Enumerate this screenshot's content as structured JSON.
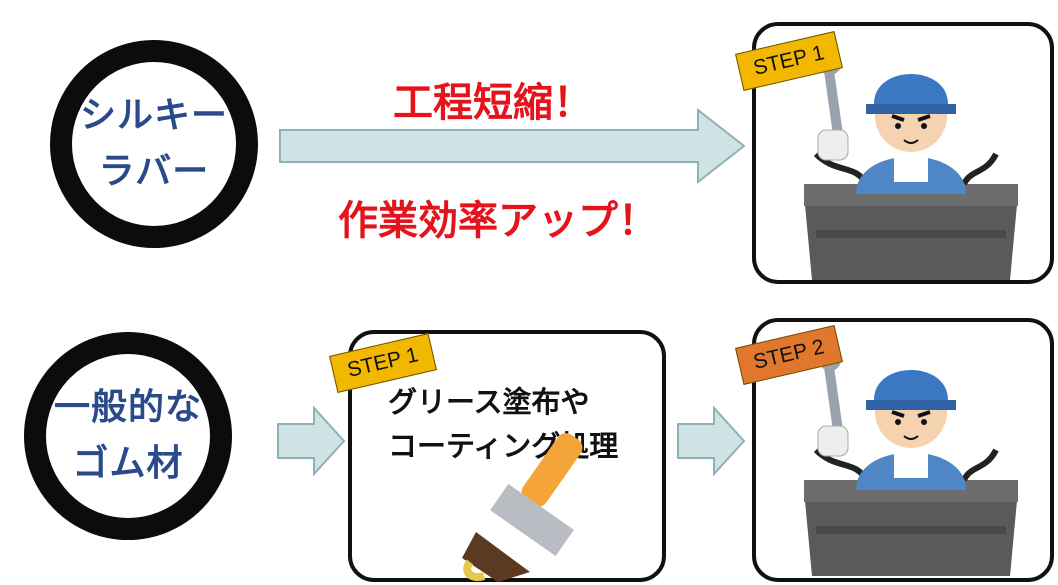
{
  "diagram": {
    "top_row": {
      "circle_label": [
        "シルキー",
        "ラバー"
      ],
      "benefit_1": "工程短縮！",
      "benefit_2": "作業効率アップ！",
      "step_tag": "STEP 1"
    },
    "bottom_row": {
      "circle_label": [
        "一般的な",
        "ゴム材"
      ],
      "step1_tag": "STEP 1",
      "step1_text": [
        "グリース塗布や",
        "コーティング処理"
      ],
      "step2_tag": "STEP 2"
    }
  },
  "colors": {
    "arrow_fill": "#cfe3e5",
    "arrow_stroke": "#8fb0b6",
    "red": "#e5141c",
    "label_blue": "#2b4a8c",
    "tag_yellow": "#f2b800",
    "tag_orange": "#e0772c"
  },
  "icons": [
    "worker-illustration",
    "paint-brush-illustration"
  ]
}
